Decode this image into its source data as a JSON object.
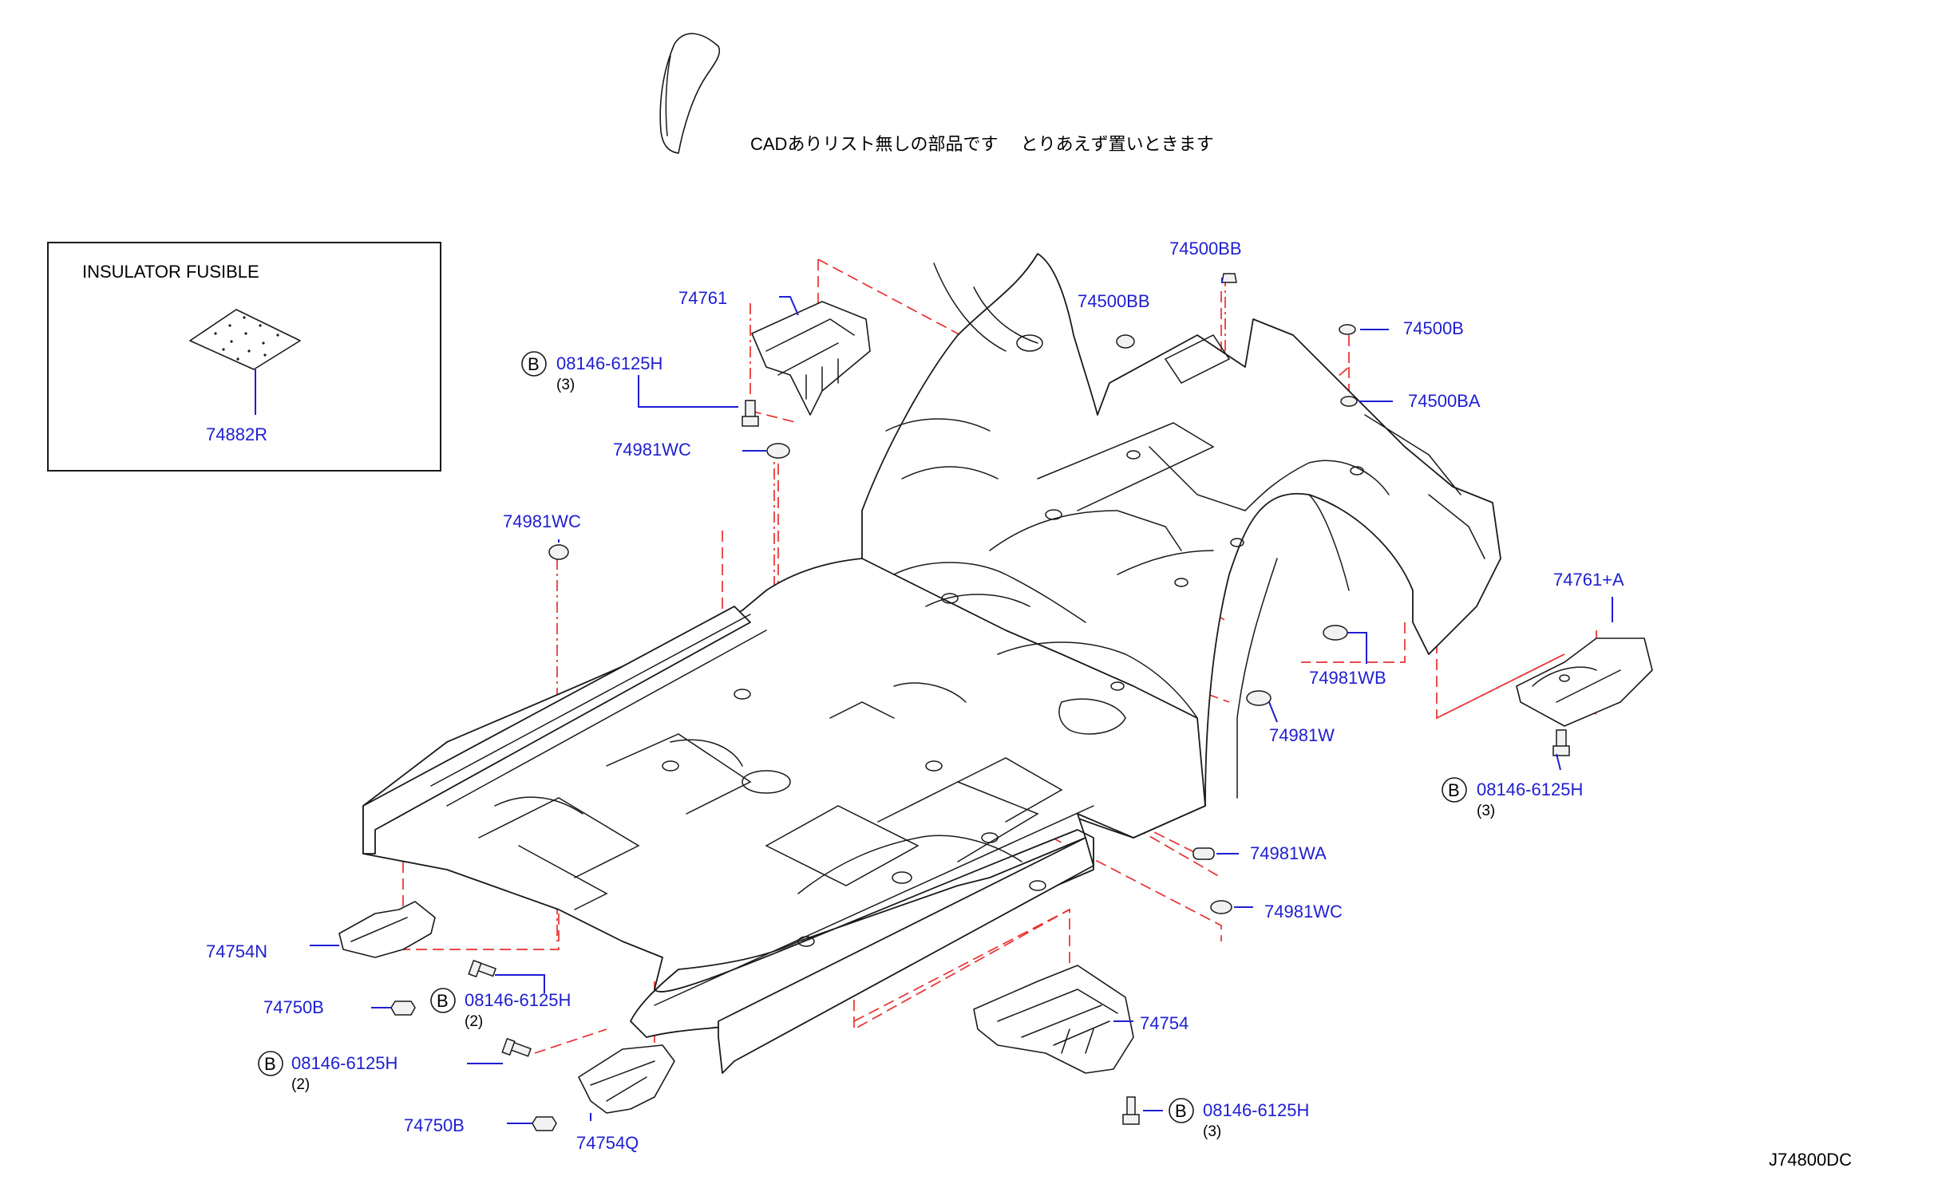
{
  "note_text": "CADありリスト無しの部品です　 とりあえず置いときます",
  "inset": {
    "title": "INSULATOR  FUSIBLE",
    "part": "74882R"
  },
  "diagram_code": "J74800DC",
  "bolt_symbol": "B",
  "part_labels": {
    "p74761": "74761",
    "p74761A": "74761+A",
    "p74500BB_top": "74500BB",
    "p74500BB_2": "74500BB",
    "p74500B": "74500B",
    "p74500BA": "74500BA",
    "p74981WC_1": "74981WC",
    "p74981WC_2": "74981WC",
    "p74981WC_3": "74981WC",
    "p74981WB": "74981WB",
    "p74981W": "74981W",
    "p74981WA": "74981WA",
    "p74754N": "74754N",
    "p74754": "74754",
    "p74754Q": "74754Q",
    "p74750B_1": "74750B",
    "p74750B_2": "74750B"
  },
  "bolts": [
    {
      "code": "08146-6125H",
      "qty": "(3)"
    },
    {
      "code": "08146-6125H",
      "qty": "(3)"
    },
    {
      "code": "08146-6125H",
      "qty": "(2)"
    },
    {
      "code": "08146-6125H",
      "qty": "(2)"
    },
    {
      "code": "08146-6125H",
      "qty": "(3)"
    }
  ],
  "colors": {
    "part_number": "#1e1ed2",
    "phantom_line": "#e83030",
    "outline": "#1a1a1a"
  }
}
